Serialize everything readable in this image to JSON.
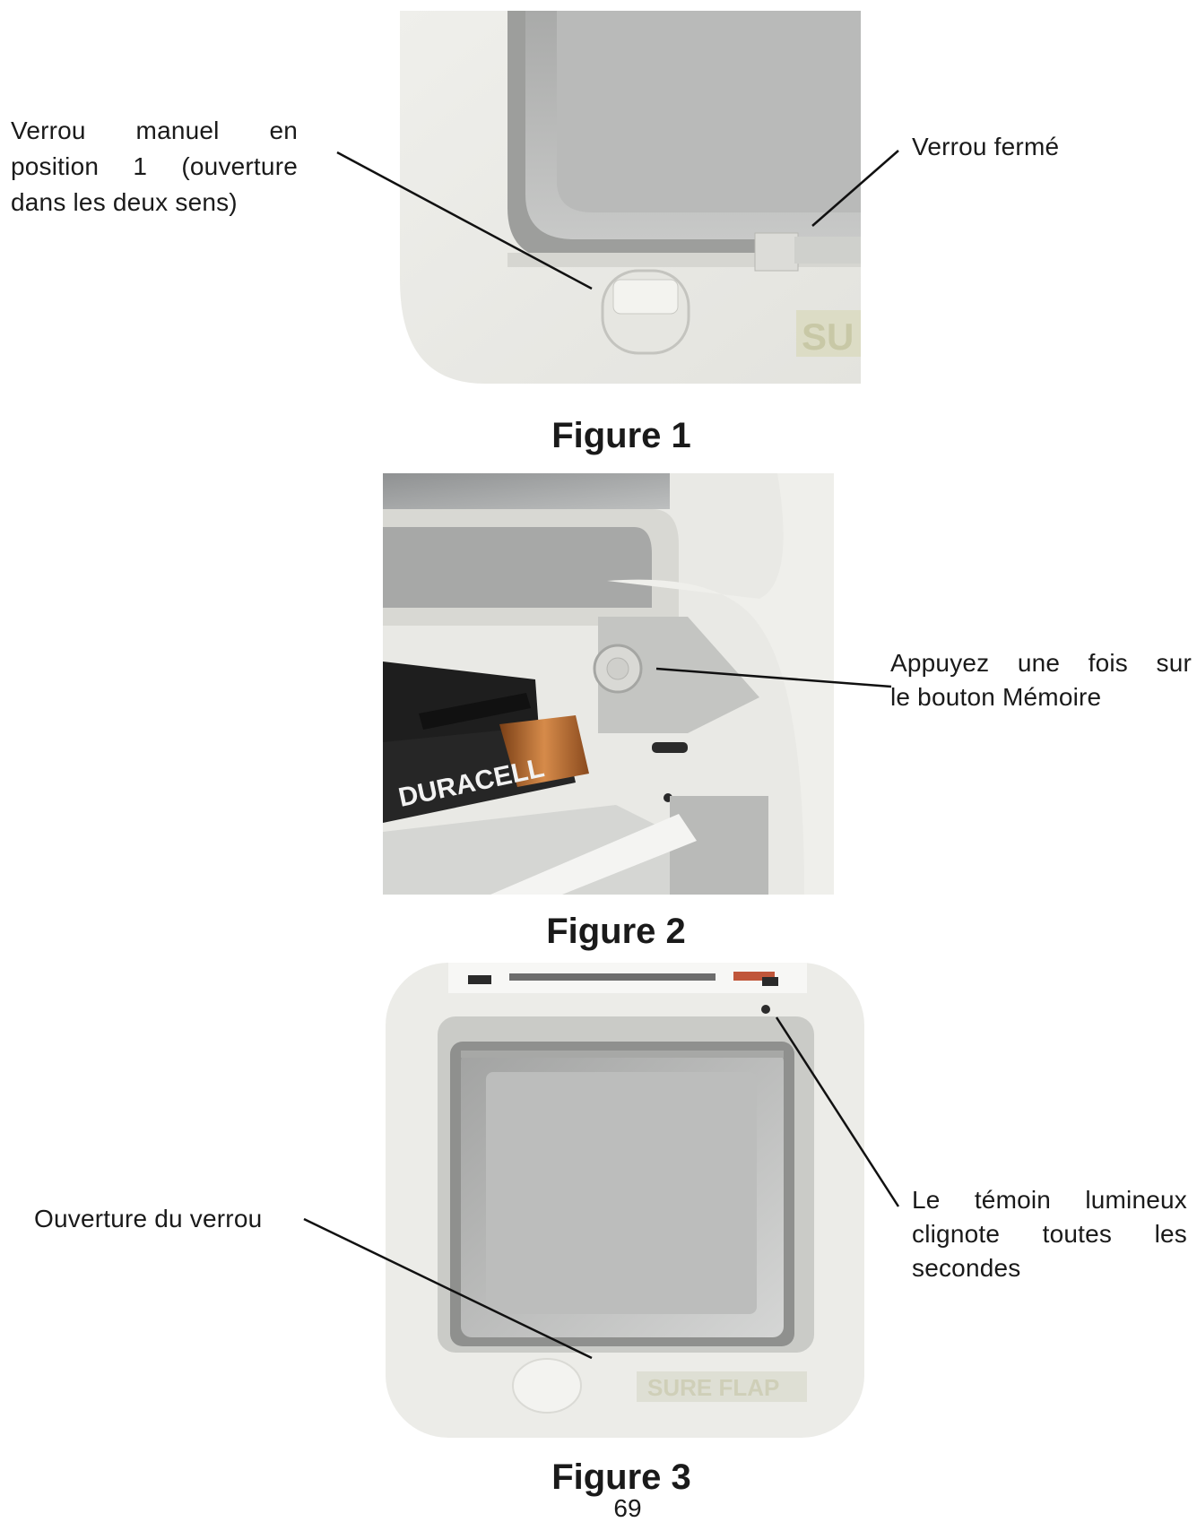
{
  "figure1": {
    "caption": "Figure 1",
    "label_left_lines": [
      "Verrou manuel en",
      "position 1 (ouverture",
      "dans les deux sens)"
    ],
    "label_right": "Verrou fermé",
    "logo_text": "SU"
  },
  "figure2": {
    "caption": "Figure 2",
    "label_right_lines": [
      "Appuyez une fois sur",
      "le bouton Mémoire"
    ],
    "battery_brand": "DURACELL"
  },
  "figure3": {
    "caption": "Figure 3",
    "label_left": "Ouverture du verrou",
    "label_right_lines": [
      "Le témoin lumineux",
      "clignote toutes les",
      "secondes"
    ],
    "logo_text": "SURE FLAP"
  },
  "page_number": "69"
}
